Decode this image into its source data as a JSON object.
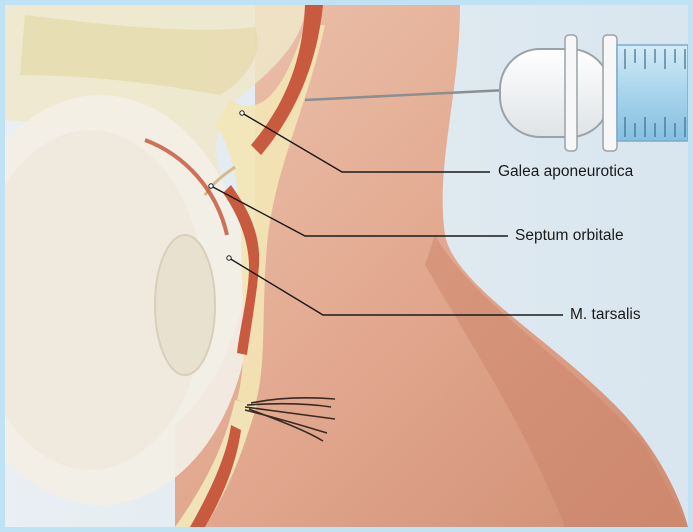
{
  "labels": {
    "galea": "Galea aponeurotica",
    "septum": "Septum orbitale",
    "tarsalis": "M. tarsalis"
  },
  "colors": {
    "frame": "#bfe3f5",
    "background": "#dfe9f1",
    "skin": "#e3ad93",
    "muscle": "#c85a3f",
    "fat": "#f1e3b8",
    "leader_line": "#1a1a1a"
  },
  "icons": [
    "syringe-icon",
    "eyelashes-icon"
  ]
}
